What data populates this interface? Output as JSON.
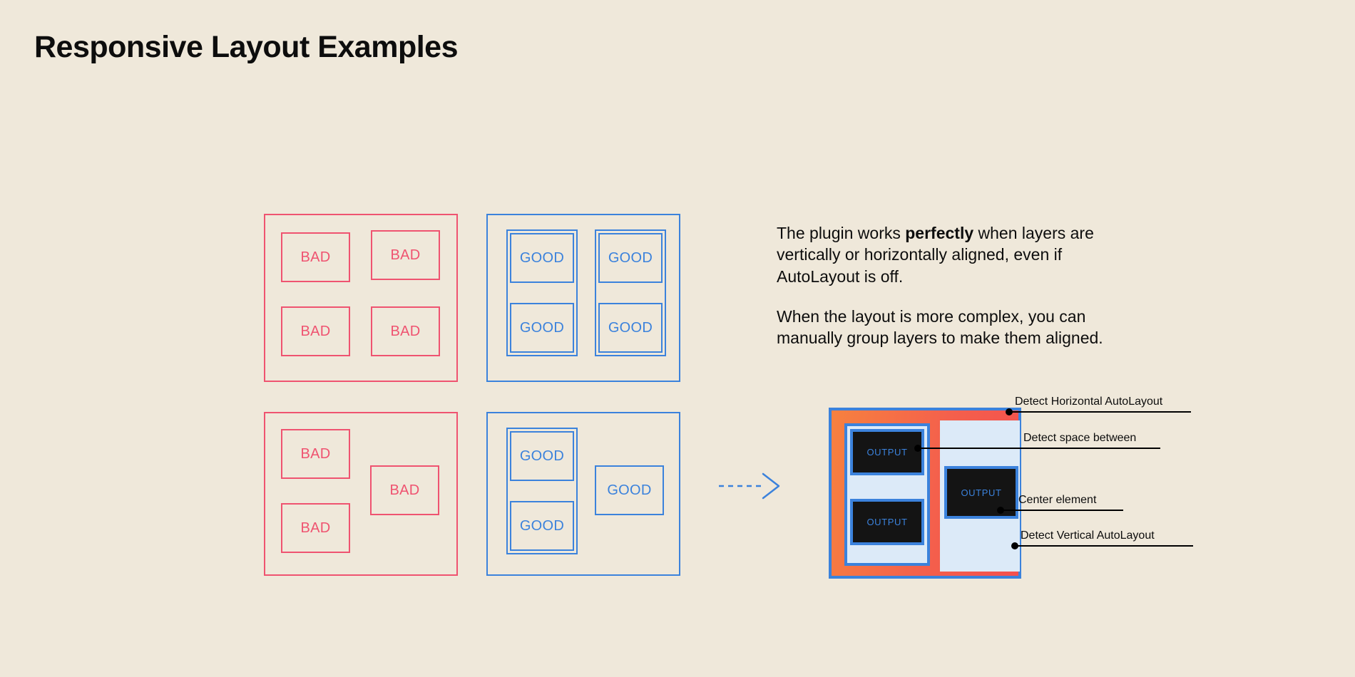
{
  "page": {
    "title": "Responsive Layout Examples",
    "background_color": "#efe8da",
    "ink_color": "#0d0d0d"
  },
  "colors": {
    "bad": "#ef5370",
    "good": "#3b82dc",
    "light_blue": "#dceaf8",
    "dark": "#141414",
    "mock_gradient_start": "#f7813f",
    "mock_gradient_end": "#f4504e"
  },
  "examples": {
    "bad_grid": {
      "variant": "bad",
      "boxes": [
        {
          "label": "BAD"
        },
        {
          "label": "BAD"
        },
        {
          "label": "BAD"
        },
        {
          "label": "BAD"
        }
      ]
    },
    "good_grid": {
      "variant": "good",
      "groups": 2,
      "boxes": [
        {
          "label": "GOOD"
        },
        {
          "label": "GOOD"
        },
        {
          "label": "GOOD"
        },
        {
          "label": "GOOD"
        }
      ]
    },
    "bad_complex": {
      "variant": "bad",
      "boxes": [
        {
          "label": "BAD"
        },
        {
          "label": "BAD"
        },
        {
          "label": "BAD"
        }
      ]
    },
    "good_complex": {
      "variant": "good",
      "groups": 1,
      "boxes": [
        {
          "label": "GOOD"
        },
        {
          "label": "GOOD"
        },
        {
          "label": "GOOD"
        }
      ]
    }
  },
  "flow": {
    "arrow_icon": "dashed-arrow-right-icon",
    "arrow_color": "#3b82dc",
    "arrow_style": "dashed"
  },
  "description": {
    "paragraph1_part1": "The plugin works ",
    "paragraph1_emphasis": "perfectly",
    "paragraph1_part2": " when layers are vertically or horizontally aligned, even if AutoLayout is off.",
    "paragraph2": "When the layout is more complex, you can manually group layers to make them aligned."
  },
  "mockup": {
    "output_boxes": [
      {
        "label": "OUTPUT"
      },
      {
        "label": "OUTPUT"
      },
      {
        "label": "OUTPUT"
      }
    ],
    "callouts": [
      {
        "label": "Detect Horizontal AutoLayout"
      },
      {
        "label": "Detect space between"
      },
      {
        "label": "Center element"
      },
      {
        "label": "Detect Vertical AutoLayout"
      }
    ]
  }
}
